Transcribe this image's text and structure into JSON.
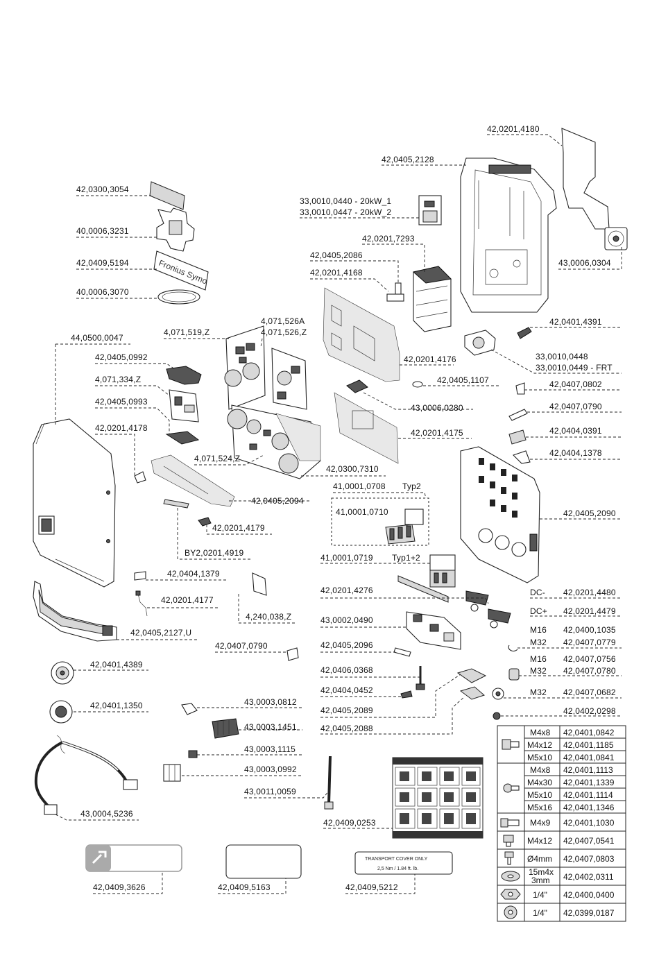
{
  "labels": {
    "l01": "42,0201,4180",
    "l02": "42,0405,2128",
    "l03": "42,0300,3054",
    "l04": "33,0010,0440 - 20kW_1",
    "l05": "33,0010,0447 - 20kW_2",
    "l06": "40,0006,3231",
    "l07": "42,0201,7293",
    "l08": "43,0006,0304",
    "l09": "42,0405,2086",
    "l10": "42,0409,5194",
    "l11": "42,0201,4168",
    "l12": "40,0006,3070",
    "l13": "4,071,526A",
    "l14": "4,071,526,Z",
    "l15": "4,071,519,Z",
    "l16": "42,0401,4391",
    "l17": "44,0500,0047",
    "l18": "42,0201,4176",
    "l19": "33,0010,0448",
    "l20": "33,0010,0449 - FRT",
    "l21": "42,0405,0992",
    "l22": "42,0405,1107",
    "l23": "4,071,334,Z",
    "l24": "42,0407,0802",
    "l25": "42,0405,0993",
    "l26": "43,0006,0280",
    "l27": "42,0407,0790",
    "l28": "42,0201,4178",
    "l29": "42,0201,4175",
    "l30": "42,0404,0391",
    "l31": "42,0404,1378",
    "l32": "4,071,524,Z",
    "l33": "42,0300,7310",
    "l34": "41,0001,0708",
    "l35": "Typ2",
    "l36": "42,0405,2094",
    "l37": "41,0001,0710",
    "l38": "42,0405,2090",
    "l39": "42,0201,4179",
    "l40": "BY2,0201,4919",
    "l41": "41,0001,0719",
    "l42": "Typ1+2",
    "l43": "42,0404,1379",
    "l44": "42,0201,4276",
    "l45": "DC-",
    "l46": "42,0201,4480",
    "l47": "42,0201,4177",
    "l48": "DC+",
    "l49": "42,0201,4479",
    "l50": "4,240,038,Z",
    "l51": "43,0002,0490",
    "l52": "M16",
    "l53": "42,0400,1035",
    "l54": "42,0405,2127,U",
    "l55": "M32",
    "l56": "42,0407,0779",
    "l57": "42,0407,0790",
    "l58": "42,0405,2096",
    "l59": "M16",
    "l60": "42,0407,0756",
    "l61": "42,0401,4389",
    "l62": "42,0406,0368",
    "l63": "M32",
    "l64": "42,0407,0780",
    "l65": "42,0404,0452",
    "l66": "M32",
    "l67": "42,0407,0682",
    "l68": "42,0401,1350",
    "l69": "43,0003,0812",
    "l70": "42,0405,2089",
    "l71": "42,0402,0298",
    "l72": "43,0003,1451",
    "l73": "42,0405,2088",
    "l74": "43,0003,1115",
    "l75": "43,0003,0992",
    "l76": "43,0011,0059",
    "l77": "43,0004,5236",
    "l78": "42,0409,0253",
    "l79": "42,0409,3626",
    "l80": "42,0409,5163",
    "l81": "42,0409,5212"
  },
  "screw_table": [
    {
      "size": "M4x8",
      "part": "42,0401,0842"
    },
    {
      "size": "M4x12",
      "part": "42,0401,1185"
    },
    {
      "size": "M5x10",
      "part": "42,0401,0841"
    },
    {
      "size": "M4x8",
      "part": "42,0401,1113"
    },
    {
      "size": "M4x30",
      "part": "42,0401,1339"
    },
    {
      "size": "M5x10",
      "part": "42,0401,1114"
    },
    {
      "size": "M5x16",
      "part": "42,0401,1346"
    },
    {
      "size": "M4x9",
      "part": "42,0401,1030"
    },
    {
      "size": "M4x12",
      "part": "42,0407,0541"
    },
    {
      "size": "Ø4mm",
      "part": "42,0407,0803"
    },
    {
      "size_line1": "15m4x",
      "size_line2": "3mm",
      "part": "42,0402,0311"
    },
    {
      "size": "1/4\"",
      "part": "42,0400,0400"
    },
    {
      "size": "1/4\"",
      "part": "42,0399,0187"
    }
  ],
  "decals": {
    "brand_label": "Fronius Symo",
    "transport_line1": "TRANSPORT COVER ONLY",
    "transport_line2": "2,5 Nm / 1.84 ft. lb."
  },
  "colors": {
    "line": "#222222",
    "fill_light": "#d8d8d8",
    "fill_dark": "#555555"
  }
}
